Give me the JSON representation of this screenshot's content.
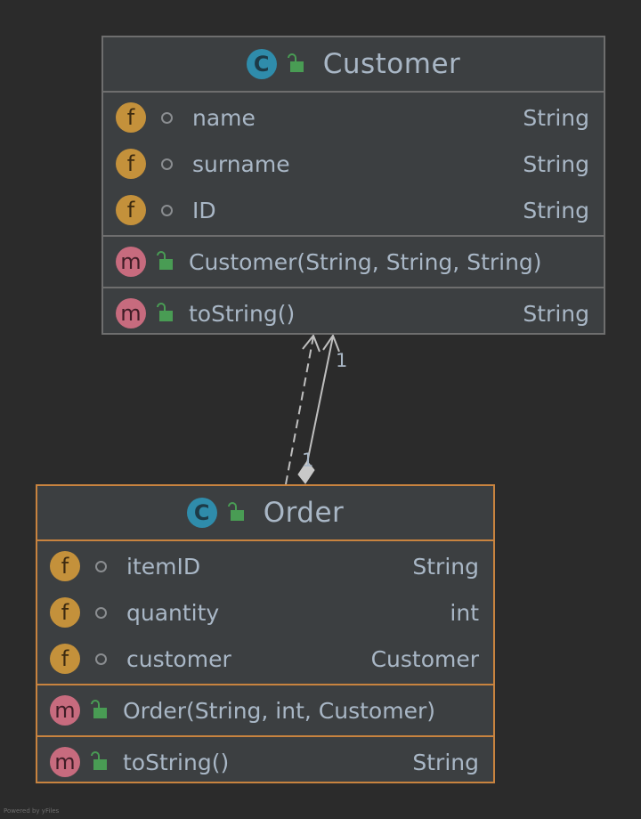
{
  "classes": {
    "customer": {
      "badge": "C",
      "name": "Customer",
      "fields": [
        {
          "badge": "f",
          "name": "name",
          "type": "String"
        },
        {
          "badge": "f",
          "name": "surname",
          "type": "String"
        },
        {
          "badge": "f",
          "name": "ID",
          "type": "String"
        }
      ],
      "constructors": [
        {
          "badge": "m",
          "name": "Customer(String, String, String)",
          "type": ""
        }
      ],
      "methods": [
        {
          "badge": "m",
          "name": "toString()",
          "type": "String"
        }
      ]
    },
    "order": {
      "badge": "C",
      "name": "Order",
      "fields": [
        {
          "badge": "f",
          "name": "itemID",
          "type": "String"
        },
        {
          "badge": "f",
          "name": "quantity",
          "type": "int"
        },
        {
          "badge": "f",
          "name": "customer",
          "type": "Customer"
        }
      ],
      "constructors": [
        {
          "badge": "m",
          "name": "Order(String, int, Customer)",
          "type": ""
        }
      ],
      "methods": [
        {
          "badge": "m",
          "name": "toString()",
          "type": "String"
        }
      ]
    }
  },
  "relations": {
    "association_target_multiplicity": "1",
    "association_source_multiplicity": "1"
  },
  "footer": {
    "watermark": "Powered by yFiles"
  },
  "colors": {
    "background": "#2b2b2b",
    "class_fill": "#3c3f41",
    "class_border": "#6e6e6e",
    "selected_border": "#c8833f",
    "class_badge": "#2f8cab",
    "field_badge": "#c4913b",
    "method_badge": "#c76b7e",
    "public_lock": "#499c54"
  }
}
